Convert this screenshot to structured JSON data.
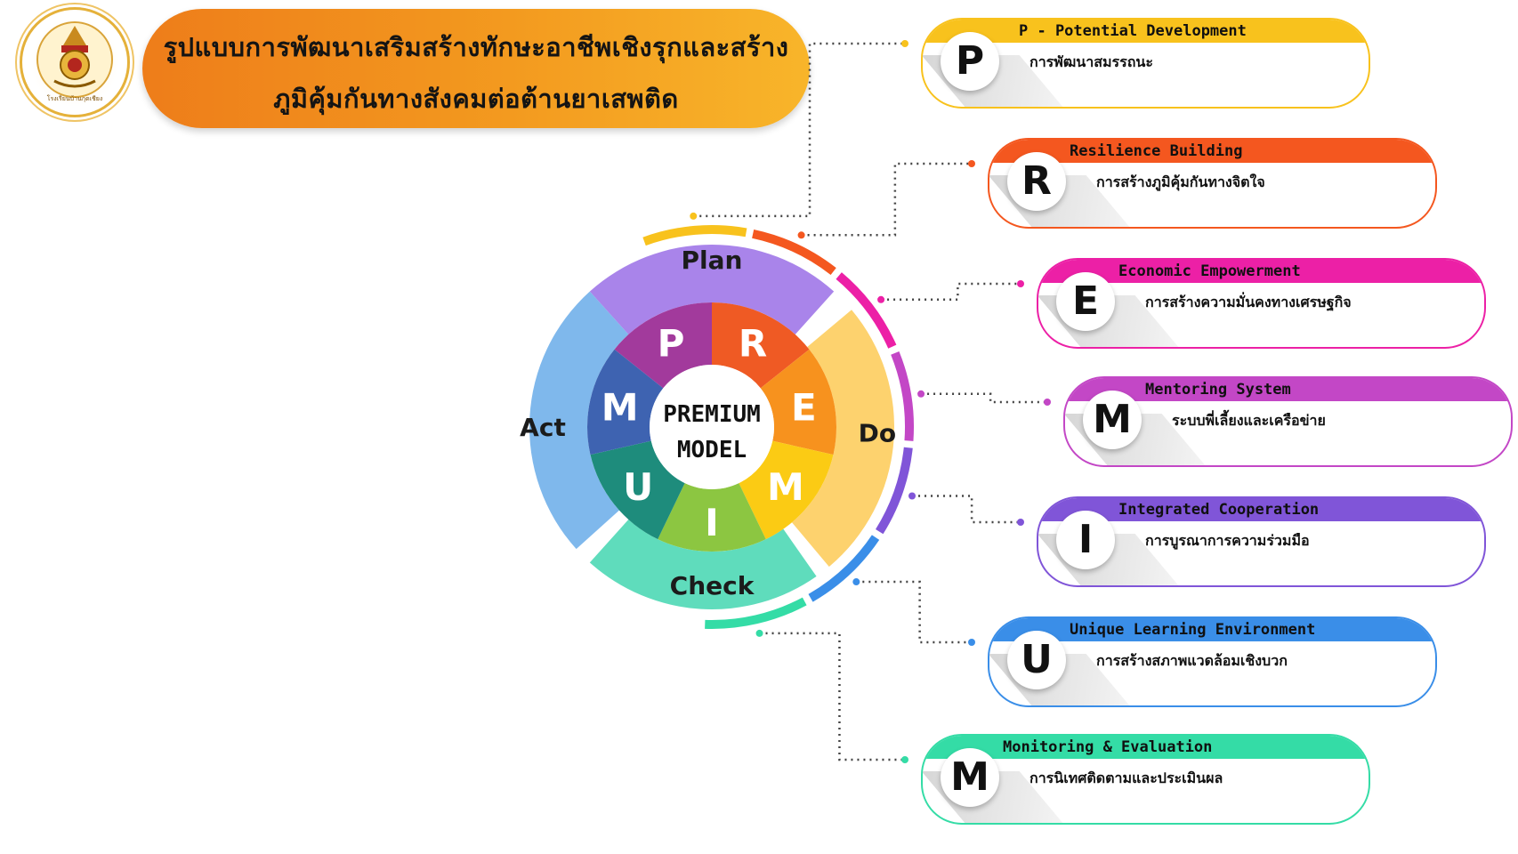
{
  "title": {
    "line1": "รูปแบบการพัฒนาเสริมสร้างทักษะอาชีพเชิงรุกและสร้าง",
    "line2": "ภูมิคุ้มกันทางสังคมต่อต้านยาเสพติด"
  },
  "logo": {
    "caption": "โรงเรียนบ้านกุดเชียง"
  },
  "center": {
    "line1": "PREMIUM",
    "line2": "MODEL"
  },
  "wheel": [
    {
      "letter": "P",
      "color": "#a23a9c"
    },
    {
      "letter": "R",
      "color": "#ef5a24"
    },
    {
      "letter": "E",
      "color": "#f7921e"
    },
    {
      "letter": "M",
      "color": "#fbcb14"
    },
    {
      "letter": "I",
      "color": "#8cc641"
    },
    {
      "letter": "U",
      "color": "#1e8c7c"
    },
    {
      "letter": "M",
      "color": "#3e63b1"
    }
  ],
  "cycle": [
    {
      "label": "Plan",
      "color": "#a984ea"
    },
    {
      "label": "Do",
      "color": "#fdd26e"
    },
    {
      "label": "Check",
      "color": "#5fdcbc"
    },
    {
      "label": "Act",
      "color": "#7fb8ec"
    }
  ],
  "components": [
    {
      "letter": "P",
      "title": "P - Potential Development",
      "desc": "การพัฒนาสมรรถนะ",
      "color": "#f8c21d"
    },
    {
      "letter": "R",
      "title": "Resilience Building",
      "desc": "การสร้างภูมิคุ้มกันทางจิตใจ",
      "color": "#f4571f"
    },
    {
      "letter": "E",
      "title": "Economic Empowerment",
      "desc": "การสร้างความมั่นคงทางเศรษฐกิจ",
      "color": "#ec20a6"
    },
    {
      "letter": "M",
      "title": "Mentoring System",
      "desc": "ระบบพี่เลี้ยงและเครือข่าย",
      "color": "#c347c6"
    },
    {
      "letter": "I",
      "title": "Integrated Cooperation",
      "desc": "การบูรณาการความร่วมมือ",
      "color": "#8055d8"
    },
    {
      "letter": "U",
      "title": "Unique Learning Environment",
      "desc": "การสร้างสภาพแวดล้อมเชิงบวก",
      "color": "#3a8ee8"
    },
    {
      "letter": "M",
      "title": "Monitoring & Evaluation",
      "desc": "การนิเทศติดตามและประเมินผล",
      "color": "#34dca6"
    }
  ]
}
